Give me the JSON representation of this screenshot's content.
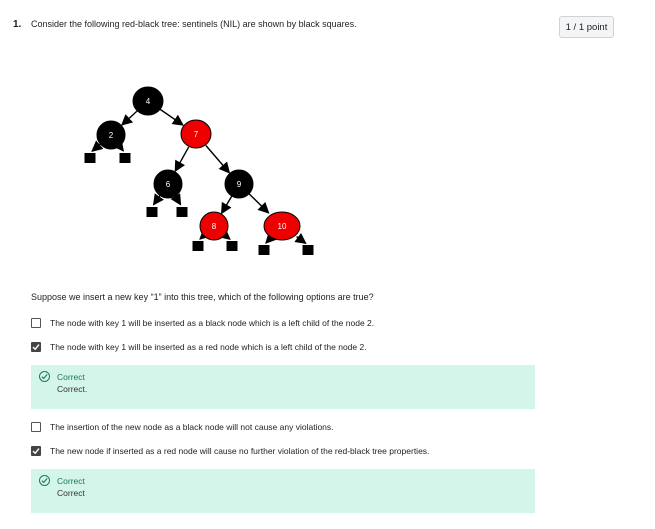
{
  "question": {
    "number": "1.",
    "text": "Consider the following red-black tree: sentinels (NIL) are shown by black squares.",
    "points": "1 / 1 point",
    "prompt": "Suppose we insert a new key “1” into this tree, which of the following options are true?"
  },
  "tree": {
    "nodes": [
      {
        "key": "4",
        "color": "black"
      },
      {
        "key": "2",
        "color": "black"
      },
      {
        "key": "7",
        "color": "red"
      },
      {
        "key": "6",
        "color": "black"
      },
      {
        "key": "9",
        "color": "black"
      },
      {
        "key": "8",
        "color": "red"
      },
      {
        "key": "10",
        "color": "red"
      }
    ],
    "colors": {
      "red": "#ee0000",
      "black": "#000000",
      "text": "#ffffff"
    }
  },
  "options": [
    {
      "text": "The node with key 1 will be inserted as a black node which is a left child of the node 2.",
      "checked": false,
      "icon": "checkbox-icon"
    },
    {
      "text": "The node with key 1 will be inserted as a red node which is a left child of the node 2.",
      "checked": true,
      "icon": "checkmark-icon",
      "feedback": {
        "title": "Correct",
        "body": "Correct.",
        "icon": "check-circle-icon"
      }
    },
    {
      "text": "The insertion of the new node as a black node will not cause any violations.",
      "checked": false,
      "icon": "checkbox-icon"
    },
    {
      "text": "The new node if inserted as a red node will cause no further violation of the red-black tree properties.",
      "checked": true,
      "icon": "checkmark-icon",
      "feedback": {
        "title": "Correct",
        "body": "Correct",
        "icon": "check-circle-icon"
      }
    }
  ],
  "theme": {
    "feedback_bg": "#d3f5ea",
    "correct_color": "#1d7a52"
  }
}
